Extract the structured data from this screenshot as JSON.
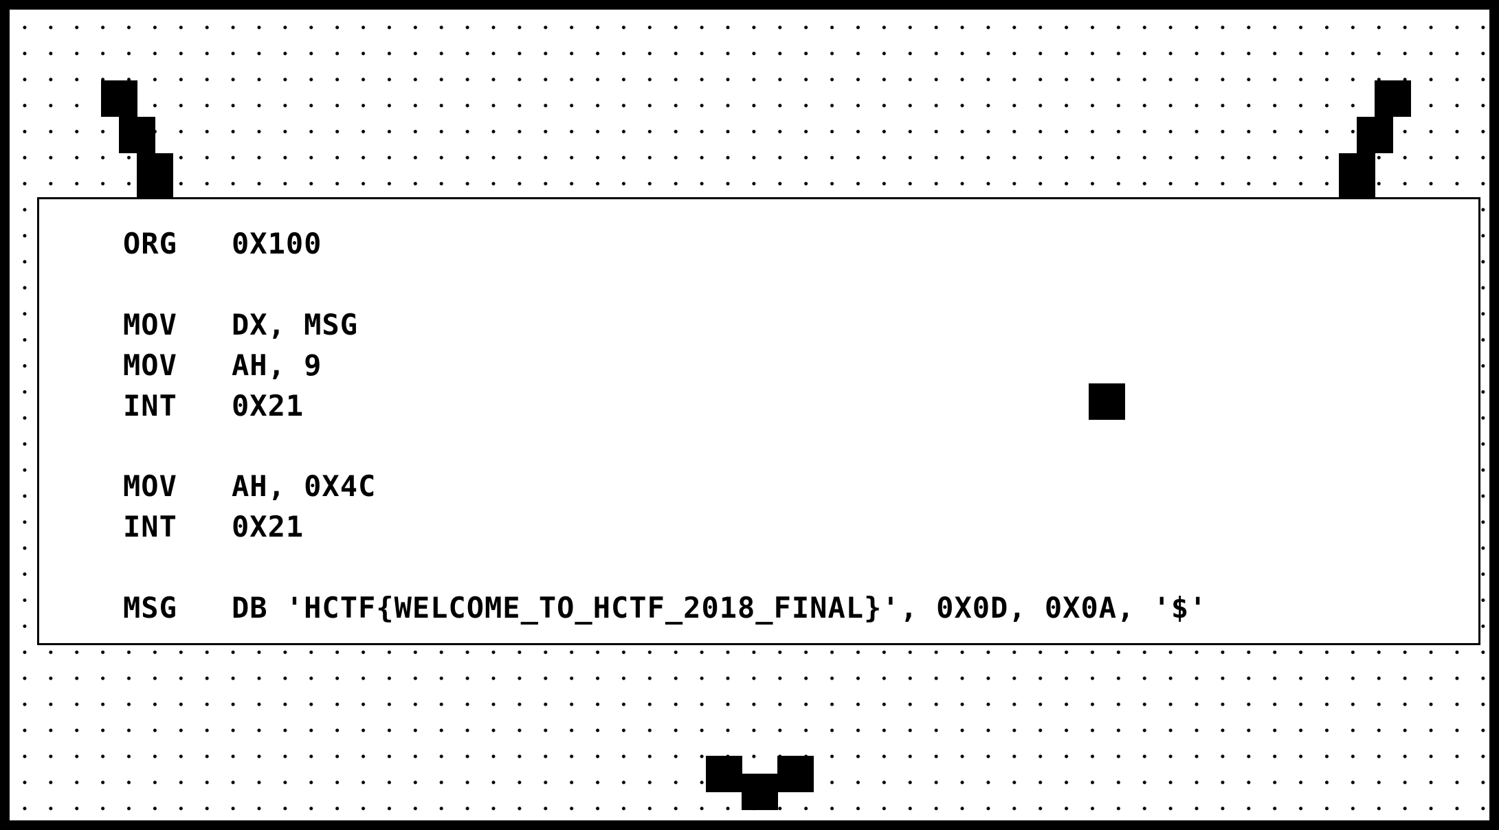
{
  "screen": {
    "background": "#ffffff",
    "foreground": "#000000",
    "decorations": [
      "left-antenna-staircase",
      "right-antenna-staircase",
      "mouth-notch",
      "stray-pixel-block"
    ]
  },
  "code": {
    "lines": [
      {
        "op": "ORG",
        "args": "0X100"
      },
      {
        "op": "MOV",
        "args": "DX, MSG"
      },
      {
        "op": "MOV",
        "args": "AH, 9"
      },
      {
        "op": "INT",
        "args": "0X21"
      },
      {
        "op": "MOV",
        "args": "AH, 0X4C"
      },
      {
        "op": "INT",
        "args": "0X21"
      },
      {
        "op": "MSG",
        "args": "DB 'HCTF{WELCOME_TO_HCTF_2018_FINAL}', 0X0D, 0X0A, '$'"
      }
    ]
  }
}
